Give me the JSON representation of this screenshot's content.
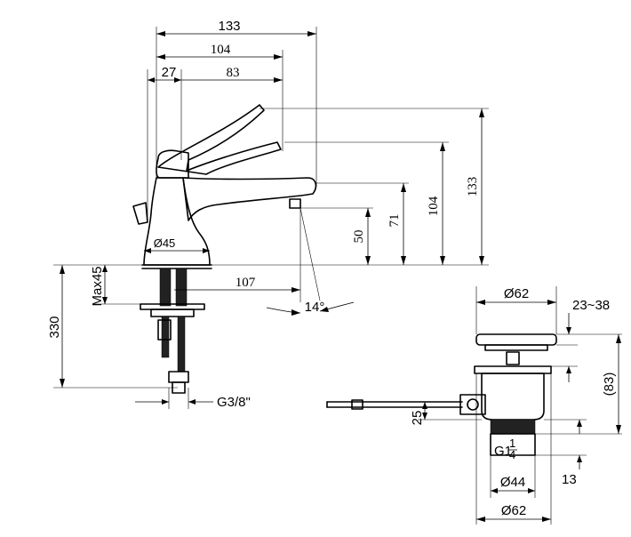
{
  "dimensions": {
    "top_133": "133",
    "top_104": "104",
    "top_27": "27",
    "top_83": "83",
    "right_133": "133",
    "right_104": "104",
    "right_71": "71",
    "right_50": "50",
    "base_diameter": "Ø45",
    "spout_reach": "107",
    "spout_angle": "14°",
    "max_deck": "Max45",
    "hose_length": "330",
    "hose_thread": "G3/8\"",
    "waste_top_diameter": "Ø62",
    "waste_range": "23~38",
    "waste_height": "(83)",
    "waste_25": "25",
    "waste_thread_main": "G1",
    "waste_thread_num": "1",
    "waste_thread_den": "4",
    "waste_13": "13",
    "waste_d44": "Ø44",
    "waste_bottom_diameter": "Ø62"
  }
}
